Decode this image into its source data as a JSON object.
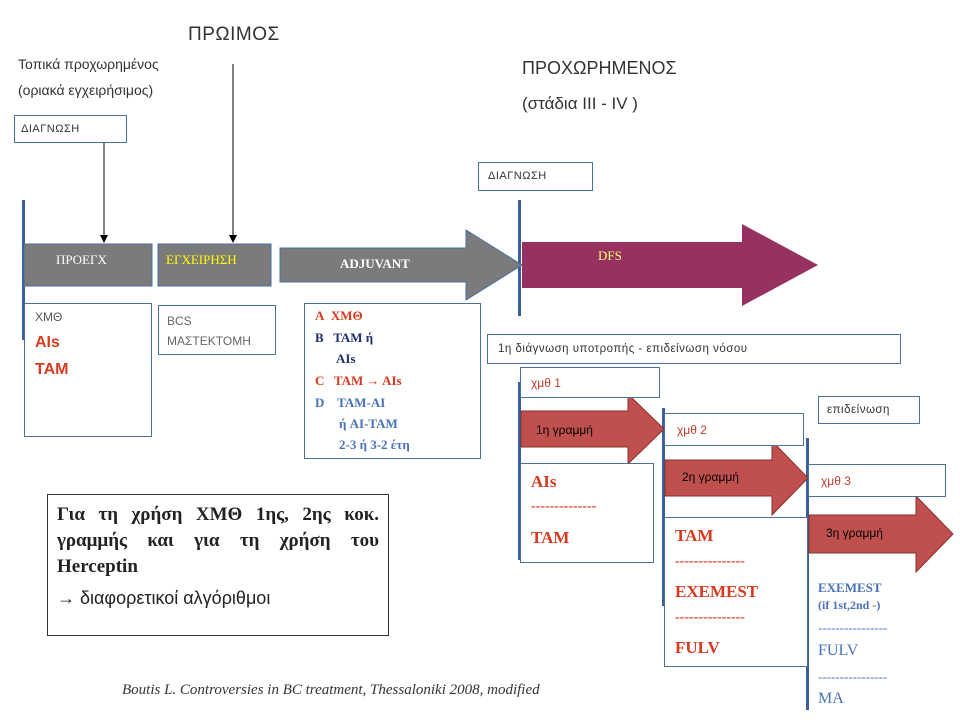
{
  "headers": {
    "early_title": "ΠΡΩΙΜΟΣ",
    "local_line1": "Τοπικά προχωρημένος",
    "local_line2": "(οριακά εγχειρήσιμος)",
    "advanced_title": "ΠΡΟΧΩΡΗΜΕΝΟΣ",
    "advanced_stages": "(στάδια  III  -  IV )"
  },
  "diagnosis_label_1": "ΔΙΑΓΝΩΣΗ",
  "diagnosis_label_2": "ΔΙΑΓΝΩΣΗ",
  "flow": {
    "preop": "ΠΡΟΕΓΧ",
    "surgery": "ΕΓΧΕΙΡΗΣΗ",
    "adjuvant": "ADJUVANT",
    "dfs": "DFS"
  },
  "preop_box": {
    "line1": "ΧΜΘ",
    "line2": "AIs",
    "line3": "TAM"
  },
  "surgery_box": {
    "line1": "BCS",
    "line2": "ΜΑΣΤΕΚΤΟΜΗ"
  },
  "adjuvant_box": {
    "a_letter": "A",
    "a_text": "ΧΜΘ",
    "b_letter": "B",
    "b_text": "TAM ή",
    "b2_text": "AIs",
    "c_letter": "C",
    "c_text": "TAM",
    "c_arrow": "→",
    "c_text2": "AIs",
    "d_letter": "D",
    "d_text": "TAM-AI",
    "d2_text": "ή   AI-TAM",
    "d3_text": "2-3  ή  3-2 έτη"
  },
  "relapse_label": "1η διάγνωση υποτροπής  -  επιδείνωση νόσου",
  "line1": {
    "chemo": "χμθ  1",
    "arrow": "1η γραμμή",
    "drug1": "AIs",
    "sep": "--------------",
    "drug2": "TAM"
  },
  "line2": {
    "chemo": "χμθ  2",
    "arrow": "2η γραμμή",
    "drug1": "TAM",
    "sep1": "---------------",
    "drug2": "EXEMEST",
    "sep2": "---------------",
    "drug3": "FULV"
  },
  "worsening_label": "επιδείνωση",
  "line3": {
    "chemo": "χμθ  3",
    "arrow": "3η γραμμή",
    "drug1": "EXEMEST",
    "drug1_note": "(if 1st,2nd -)",
    "sep1": "----------------",
    "drug2": "FULV",
    "sep2": "----------------",
    "drug3": "MA"
  },
  "note_box": {
    "text": "Για τη χρήση ΧΜΘ 1ης, 2ης κοκ. γραμμής και για τη χρήση του Herceptin",
    "algorithms": "→ διαφορετικοί αλγόριθμοι"
  },
  "citation": "Boutis L. Controversies in BC treatment, Thessaloniki 2008, modified",
  "colors": {
    "gray_arrow": "#7b7b7b",
    "dfs_arrow": "#963162",
    "line_arrow": "#c0504d",
    "surgery_text": "#ffff00",
    "dfs_text": "#ffff66",
    "border": "#4a6fa5"
  }
}
